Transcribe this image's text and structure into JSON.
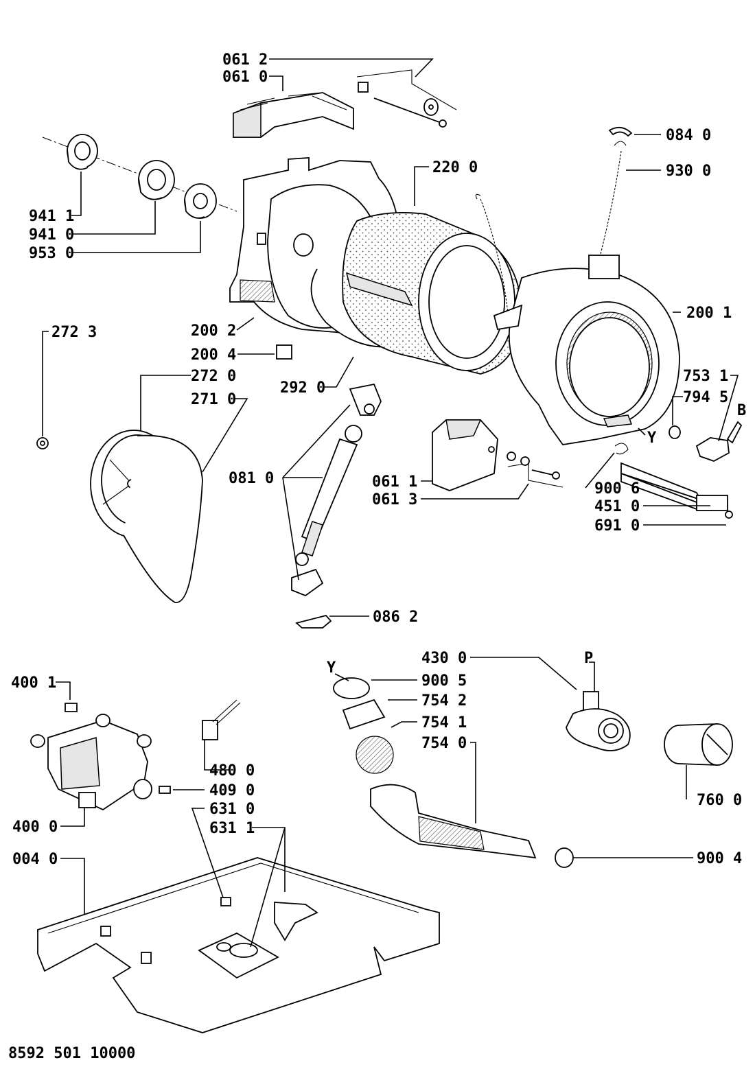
{
  "callouts": {
    "c0612": "061 2",
    "c0610": "061 0",
    "c0840": "084 0",
    "c9300": "930 0",
    "c2200": "220 0",
    "c9411": "941 1",
    "c9410": "941 0",
    "c9530": "953 0",
    "c2723": "272 3",
    "c2002": "200 2",
    "c2004": "200 4",
    "c2720": "272 0",
    "c2710": "271 0",
    "c2920": "292 0",
    "c2001": "200 1",
    "c7531": "753 1",
    "c7945": "794 5",
    "cB": "B",
    "cY1": "Y",
    "c0810": "081 0",
    "c0611": "061 1",
    "c0613": "061 3",
    "c9006": "900 6",
    "c4510": "451 0",
    "c6910": "691 0",
    "c0862": "086 2",
    "c4300": "430 0",
    "cP": "P",
    "cY2": "Y",
    "c9005": "900 5",
    "c7542": "754 2",
    "c7541": "754 1",
    "c7540": "754 0",
    "c4001": "400 1",
    "c4800": "480 0",
    "c4090": "409 0",
    "c6310": "631 0",
    "c6311": "631 1",
    "c4000": "400 0",
    "c7600": "760 0",
    "c0040": "004 0",
    "c9004": "900 4"
  },
  "footer": {
    "doc_number": "8592 501 10000"
  }
}
